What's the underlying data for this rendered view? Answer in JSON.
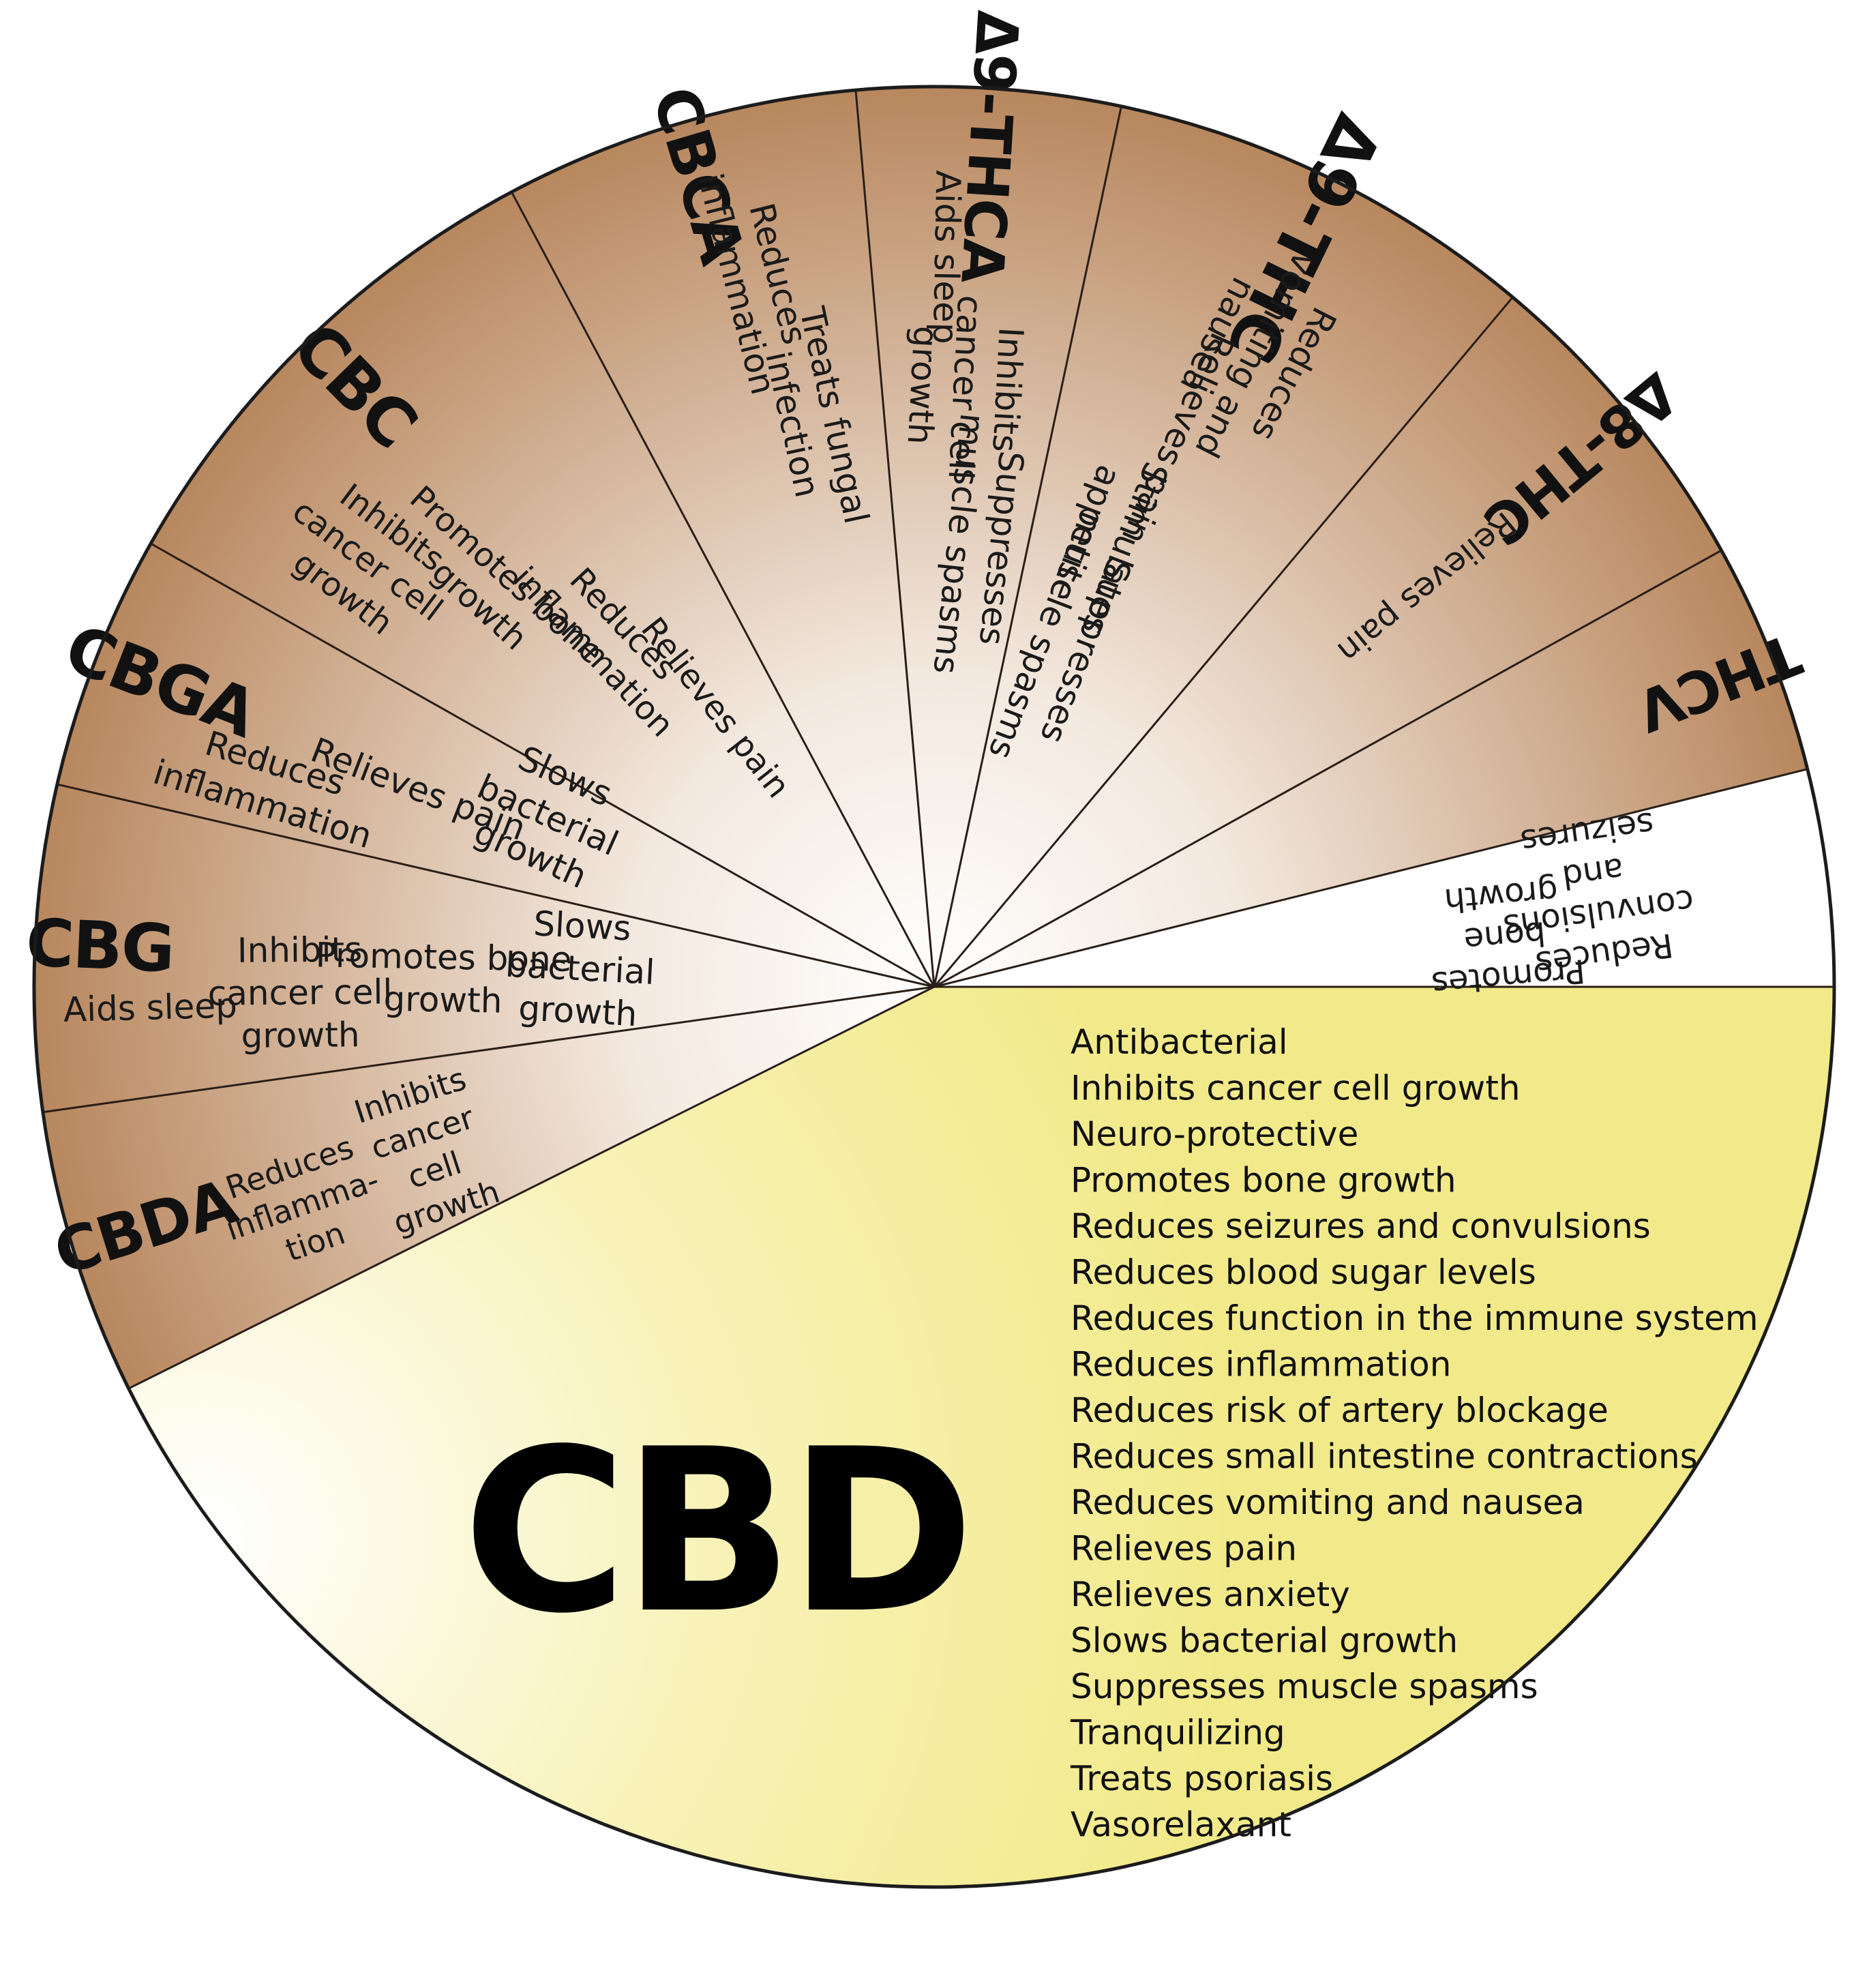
{
  "colors": {
    "segment_outer": "#b8875e",
    "segment_inner": "#ffffff",
    "cbd_outer": "#f2ea8a",
    "cbd_inner": "#ffffff",
    "divider": "#2a1f18",
    "outline": "#1c1c1c"
  },
  "segments": [
    {
      "name": "CBDA",
      "effects": [
        "Reduces inflamma-tion",
        "Inhibits cancer cell growth"
      ]
    },
    {
      "name": "CBG",
      "effects": [
        "Aids sleep",
        "Inhibits cancer cell growth",
        "Promotes bone growth",
        "Slows bacterial growth"
      ]
    },
    {
      "name": "CBGA",
      "effects": [
        "Reduces inflammation",
        "Relieves pain",
        "Slows bacterial growth"
      ]
    },
    {
      "name": "CBC",
      "effects": [
        "Inhibits cancer cell growth",
        "Promotes bone growth",
        "Reduces inflammation",
        "Relieves pain"
      ]
    },
    {
      "name": "CBCA",
      "effects": [
        "Reduces inflammation",
        "Treats fungal infection"
      ]
    },
    {
      "name": "Δ9-THCA",
      "effects": [
        "Aids sleep",
        "Inhibits cancer cell growth",
        "Suppresses muscle spasms"
      ]
    },
    {
      "name": "Δ9-THC",
      "effects": [
        "Reduces vomiting and nausea",
        "Relieves pain",
        "Stimulates appetite",
        "Suppresses muscle spasms"
      ]
    },
    {
      "name": "Δ8-THC",
      "effects": [
        "Relieves pain"
      ]
    },
    {
      "name": "THCV",
      "effects": [
        "Reduces convulsions and seizures",
        "Promotes bone growth"
      ]
    }
  ],
  "cbd": {
    "name": "CBD",
    "effects": [
      "Antibacterial",
      "Inhibits cancer cell growth",
      "Neuro-protective",
      "Promotes bone growth",
      "Reduces seizures and convulsions",
      "Reduces blood sugar levels",
      "Reduces function in the immune system",
      "Reduces inflammation",
      "Reduces risk of artery blockage",
      "Reduces small intestine contractions",
      "Reduces vomiting and nausea",
      "Relieves pain",
      "Relieves anxiety",
      "Slows bacterial growth",
      "Suppresses muscle spasms",
      "Tranquilizing",
      "Treats psoriasis",
      "Vasorelaxant"
    ]
  }
}
